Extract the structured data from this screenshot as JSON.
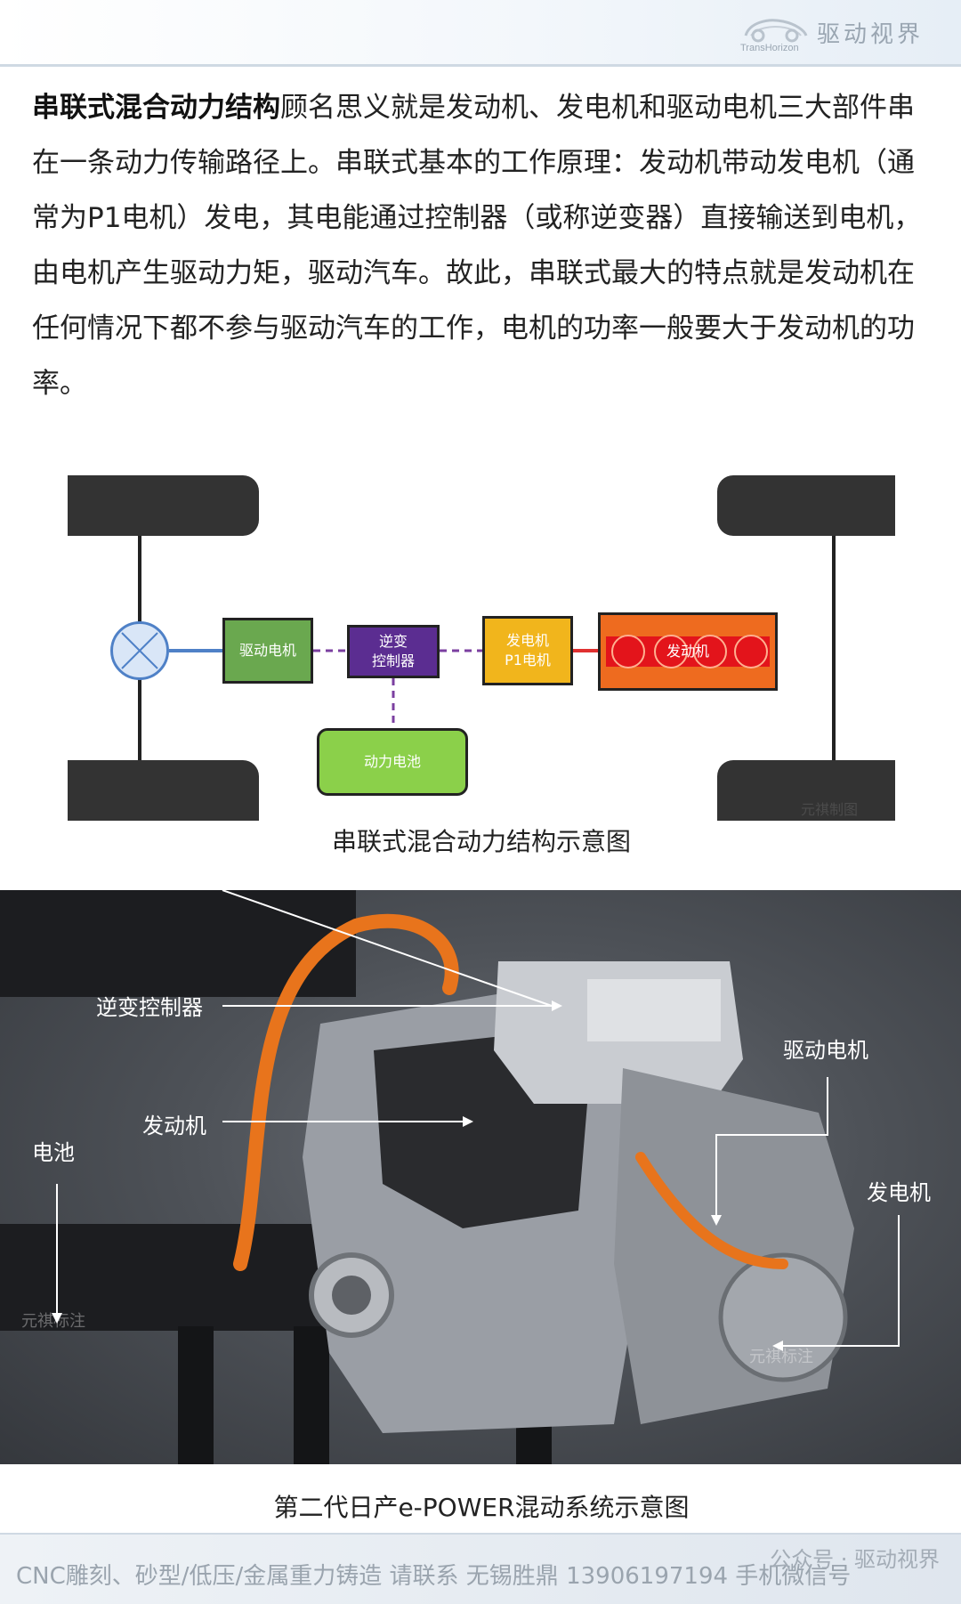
{
  "header": {
    "logo_text": "驱动视界",
    "logo_sub": "TransHorizon"
  },
  "intro": {
    "bold": "串联式混合动力结构",
    "text": "顾名思义就是发动机、发电机和驱动电机三大部件串在一条动力传输路径上。串联式基本的工作原理：发动机带动发电机（通常为P1电机）发电，其电能通过控制器（或称逆变器）直接输送到电机，由电机产生驱动力矩，驱动汽车。故此，串联式最大的特点就是发动机在任何情况下都不参与驱动汽车的工作，电机的功率一般要大于发动机的功率。"
  },
  "diagram": {
    "blocks": {
      "drive_motor": "驱动电机",
      "inverter_l1": "逆变",
      "inverter_l2": "控制器",
      "generator_l1": "发电机",
      "generator_l2": "P1电机",
      "engine": "发动机",
      "battery": "动力电池"
    },
    "watermark": "元祺制图",
    "caption": "串联式混合动力结构示意图",
    "colors": {
      "drive_motor": "#6aa84f",
      "inverter": "#5b2d91",
      "generator": "#f1b51c",
      "engine": "#ee6b1f",
      "engine_cyl": "#e3141b",
      "battery": "#8bd04a",
      "wheel": "#333333",
      "diff": "#4f81c7",
      "mech_link": "#e03030",
      "elec_link": "#7b3fa0"
    }
  },
  "photo": {
    "labels": {
      "inverter": "逆变控制器",
      "engine": "发动机",
      "battery": "电池",
      "drive_motor": "驱动电机",
      "generator": "发电机"
    },
    "watermark": "元祺标注",
    "caption": "第二代日产e-POWER混动系统示意图"
  },
  "footer": {
    "text": "CNC雕刻、砂型/低压/金属重力铸造 请联系 无锡胜鼎 13906197194 手机微信号",
    "wechat": "公众号 · 驱动视界"
  }
}
